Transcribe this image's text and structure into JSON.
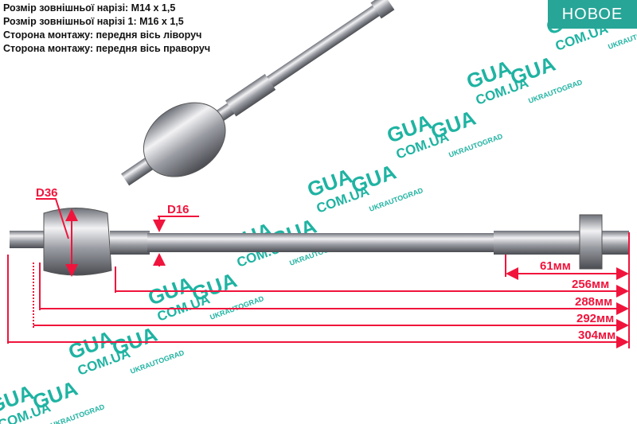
{
  "specs": [
    "Розмір зовнішньої нарізі: M14 x 1,5",
    "Розмір зовнішньої нарізі 1: M16 x 1,5",
    "Сторона монтажу: передня вісь ліворуч",
    "Сторона монтажу: передня вісь праворуч"
  ],
  "badge": "НОВОЕ",
  "dimensions": {
    "d36": "D36",
    "d16": "D16",
    "thread_len": "61мм",
    "len1": "256мм",
    "len2": "288мм",
    "len3": "292мм",
    "len4": "304мм"
  },
  "watermark": {
    "brand": "GUA",
    "domain": "COM.UA",
    "name": "UKRAUTOGRAD"
  },
  "colors": {
    "badge": "#27a597",
    "dimension": "#f0143c",
    "watermark": "#1fb3a2"
  }
}
